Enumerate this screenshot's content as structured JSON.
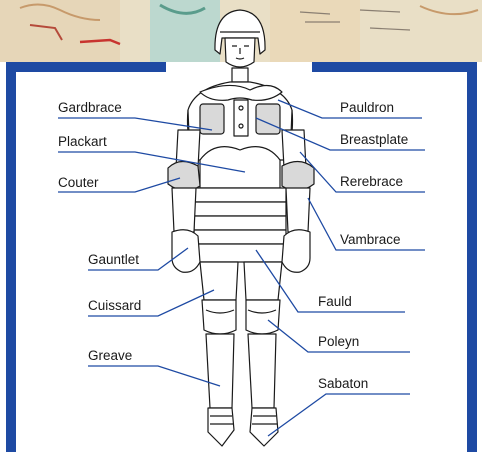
{
  "labels": {
    "gardbrace": "Gardbrace",
    "plackart": "Plackart",
    "couter": "Couter",
    "gauntlet": "Gauntlet",
    "cuissard": "Cuissard",
    "greave": "Greave",
    "pauldron": "Pauldron",
    "breastplate": "Breastplate",
    "rerebrace": "Rerebrace",
    "vambrace": "Vambrace",
    "fauld": "Fauld",
    "poleyn": "Poleyn",
    "sabaton": "Sabaton"
  },
  "colors": {
    "frame": "#1e4aa3",
    "leader": "#1e4aa3",
    "armor_fill": "#ffffff",
    "armor_stroke": "#1a1a1a",
    "plate_fill": "#d9d9d9",
    "background_map": "#e9dfc6"
  }
}
